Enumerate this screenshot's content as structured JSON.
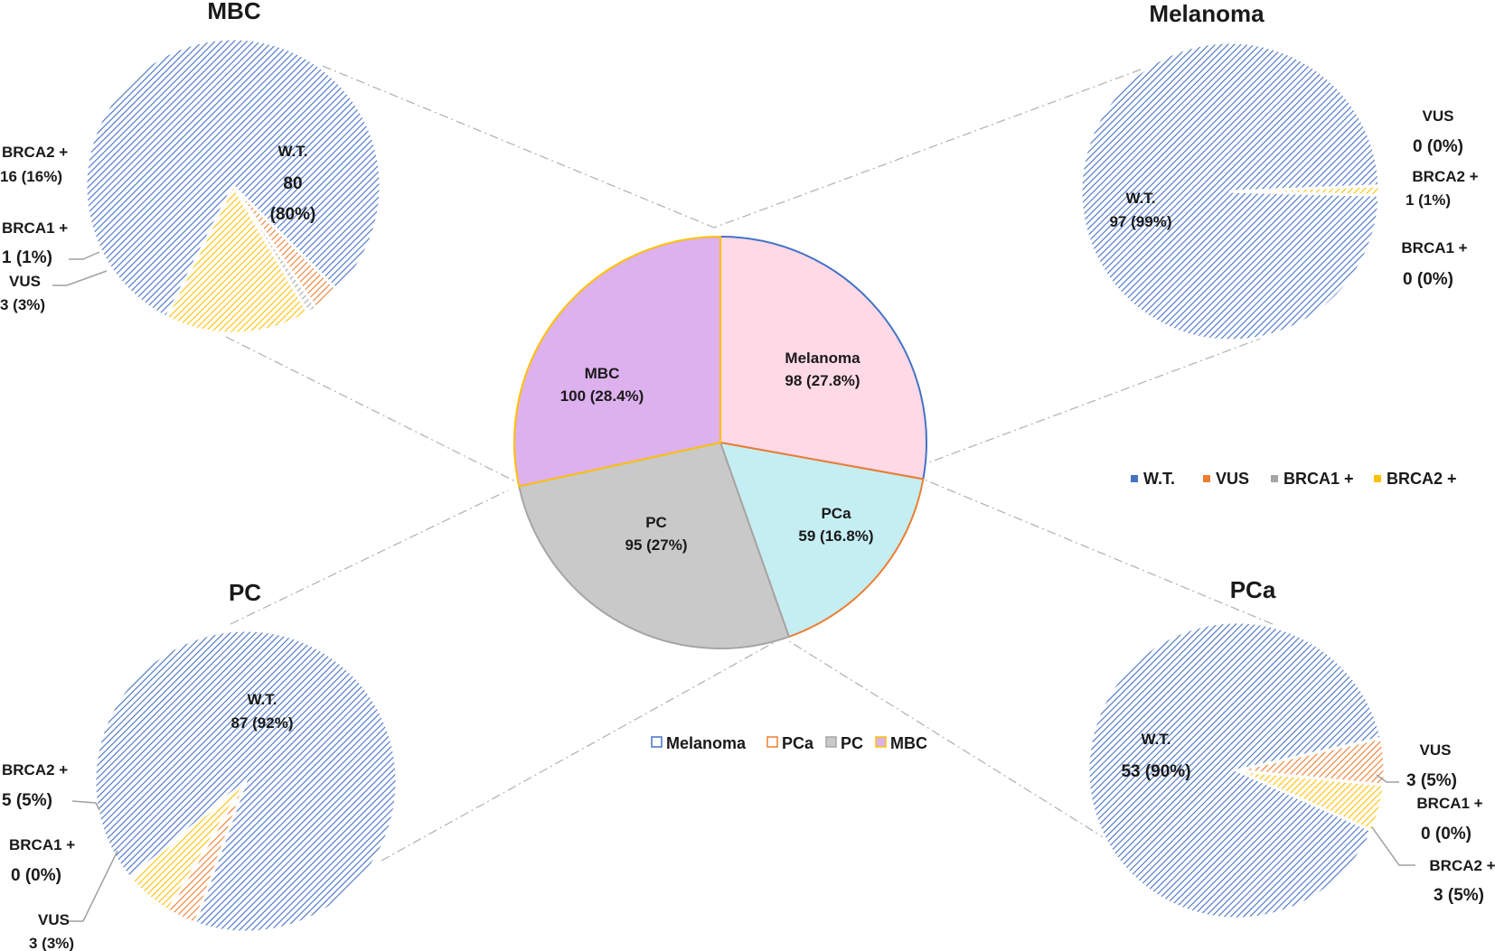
{
  "colors": {
    "wt": "#4472C4",
    "vus": "#ED7D31",
    "brca1": "#A5A5A5",
    "brca2": "#FFC000",
    "melanoma_fill": "#FFD9E6",
    "pca_fill": "#C5EEF3",
    "pc_fill": "#C9C9C9",
    "mbc_fill": "#DDB0EE"
  },
  "legends": {
    "mutation": [
      "W.T.",
      "VUS",
      "BRCA1 +",
      "BRCA2 +"
    ],
    "cancer": [
      "Melanoma",
      "PCa",
      "PC",
      "MBC"
    ]
  },
  "chart_data": [
    {
      "type": "pie",
      "title": "",
      "categories": [
        "Melanoma",
        "PCa",
        "PC",
        "MBC"
      ],
      "values": [
        98,
        59,
        95,
        100
      ],
      "labels": [
        "98 (27.8%)",
        "59 (16.8%)",
        "95 (27%)",
        "100 (28.4%)"
      ],
      "legend": "bottom"
    },
    {
      "type": "pie",
      "title": "MBC",
      "categories": [
        "W.T.",
        "VUS",
        "BRCA1 +",
        "BRCA2 +"
      ],
      "values": [
        80,
        3,
        1,
        16
      ],
      "labels": [
        "80",
        "(80%)",
        "3 (3%)",
        "1  (1%)",
        "16 (16%)"
      ]
    },
    {
      "type": "pie",
      "title": "Melanoma",
      "categories": [
        "W.T.",
        "VUS",
        "BRCA1 +",
        "BRCA2 +"
      ],
      "values": [
        97,
        0,
        0,
        1
      ],
      "labels": [
        "97 (99%)",
        "0  (0%)",
        "0  (0%)",
        "1 (1%)"
      ],
      "legend": "right"
    },
    {
      "type": "pie",
      "title": "PC",
      "categories": [
        "W.T.",
        "VUS",
        "BRCA1 +",
        "BRCA2 +"
      ],
      "values": [
        87,
        3,
        0,
        5
      ],
      "labels": [
        "87 (92%)",
        "3 (3%)",
        "0  (0%)",
        "5  (5%)"
      ]
    },
    {
      "type": "pie",
      "title": "PCa",
      "categories": [
        "W.T.",
        "VUS",
        "BRCA1 +",
        "BRCA2 +"
      ],
      "values": [
        53,
        3,
        0,
        3
      ],
      "labels": [
        "53  (90%)",
        "3  (5%)",
        "0  (0%)",
        "3  (5%)"
      ]
    }
  ]
}
